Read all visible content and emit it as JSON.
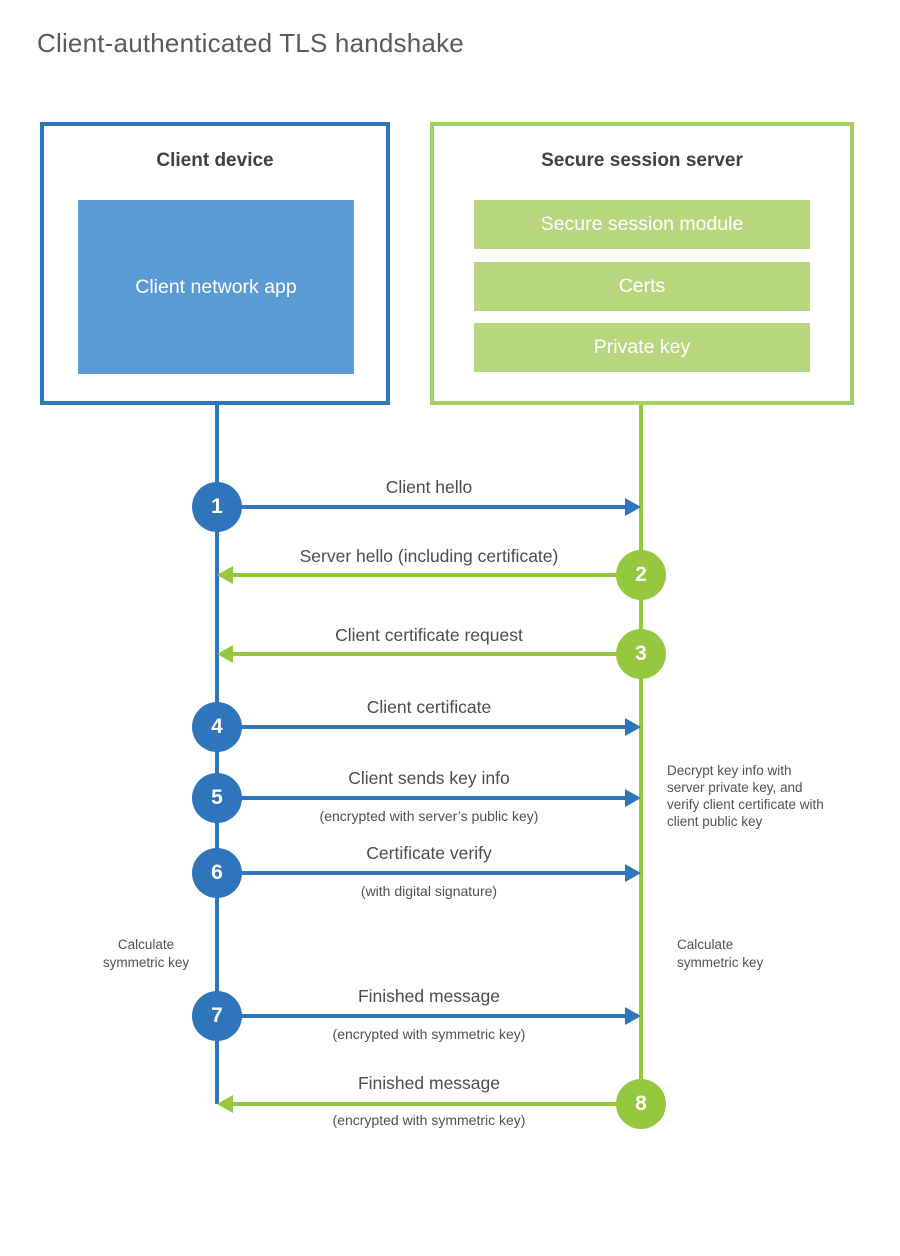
{
  "title": "Client-authenticated TLS handshake",
  "colors": {
    "blue": "#2e75bc",
    "blue_fill": "#5b9bd5",
    "green": "#95c83e",
    "green_border": "#a4d162",
    "green_fill": "#b6d77e"
  },
  "client_box": {
    "title": "Client device",
    "app_label": "Client network app"
  },
  "server_box": {
    "title": "Secure session server",
    "modules": [
      "Secure session module",
      "Certs",
      "Private key"
    ]
  },
  "messages": [
    {
      "num": "1",
      "label": "Client hello",
      "sub": "",
      "direction": "client-to-server"
    },
    {
      "num": "2",
      "label": "Server hello (including certificate)",
      "sub": "",
      "direction": "server-to-client"
    },
    {
      "num": "3",
      "label": "Client certificate request",
      "sub": "",
      "direction": "server-to-client"
    },
    {
      "num": "4",
      "label": "Client certificate",
      "sub": "",
      "direction": "client-to-server"
    },
    {
      "num": "5",
      "label": "Client sends key info",
      "sub": "(encrypted with server’s public key)",
      "direction": "client-to-server"
    },
    {
      "num": "6",
      "label": "Certificate verify",
      "sub": "(with digital signature)",
      "direction": "client-to-server"
    },
    {
      "num": "7",
      "label": "Finished message",
      "sub": "(encrypted with symmetric key)",
      "direction": "client-to-server"
    },
    {
      "num": "8",
      "label": "Finished message",
      "sub": "(encrypted with symmetric key)",
      "direction": "server-to-client"
    }
  ],
  "annotations": {
    "decrypt_note": "Decrypt key info with server private key, and verify client certificate with client public key",
    "calc_left": "Calculate symmetric key",
    "calc_right": "Calculate symmetric key"
  }
}
